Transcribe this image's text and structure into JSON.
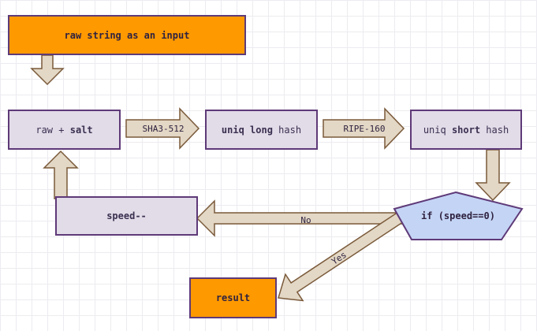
{
  "nodes": {
    "input": {
      "text": "raw string as an input"
    },
    "raw_salt": {
      "part1": "raw + ",
      "part2": "salt"
    },
    "long_hash": {
      "part1": "uniq long",
      "part2": " hash"
    },
    "short_hash": {
      "part1": "uniq ",
      "part2": "short",
      "part3": " hash"
    },
    "decision": {
      "text": "if (speed==0)"
    },
    "speed": {
      "text": "speed--"
    },
    "result": {
      "text": "result"
    }
  },
  "edges": {
    "sha3": {
      "label": "SHA3-512"
    },
    "ripe": {
      "label": "RIPE-160"
    },
    "no": {
      "label": "No"
    },
    "yes": {
      "label": "Yes"
    }
  },
  "colors": {
    "process_fill": "#e2dbe8",
    "process_border": "#5e3a78",
    "io_fill": "#ff9900",
    "decision_fill": "#c4d4f5",
    "arrow_fill": "#e3d7c5",
    "arrow_border": "#7a5a3a"
  }
}
